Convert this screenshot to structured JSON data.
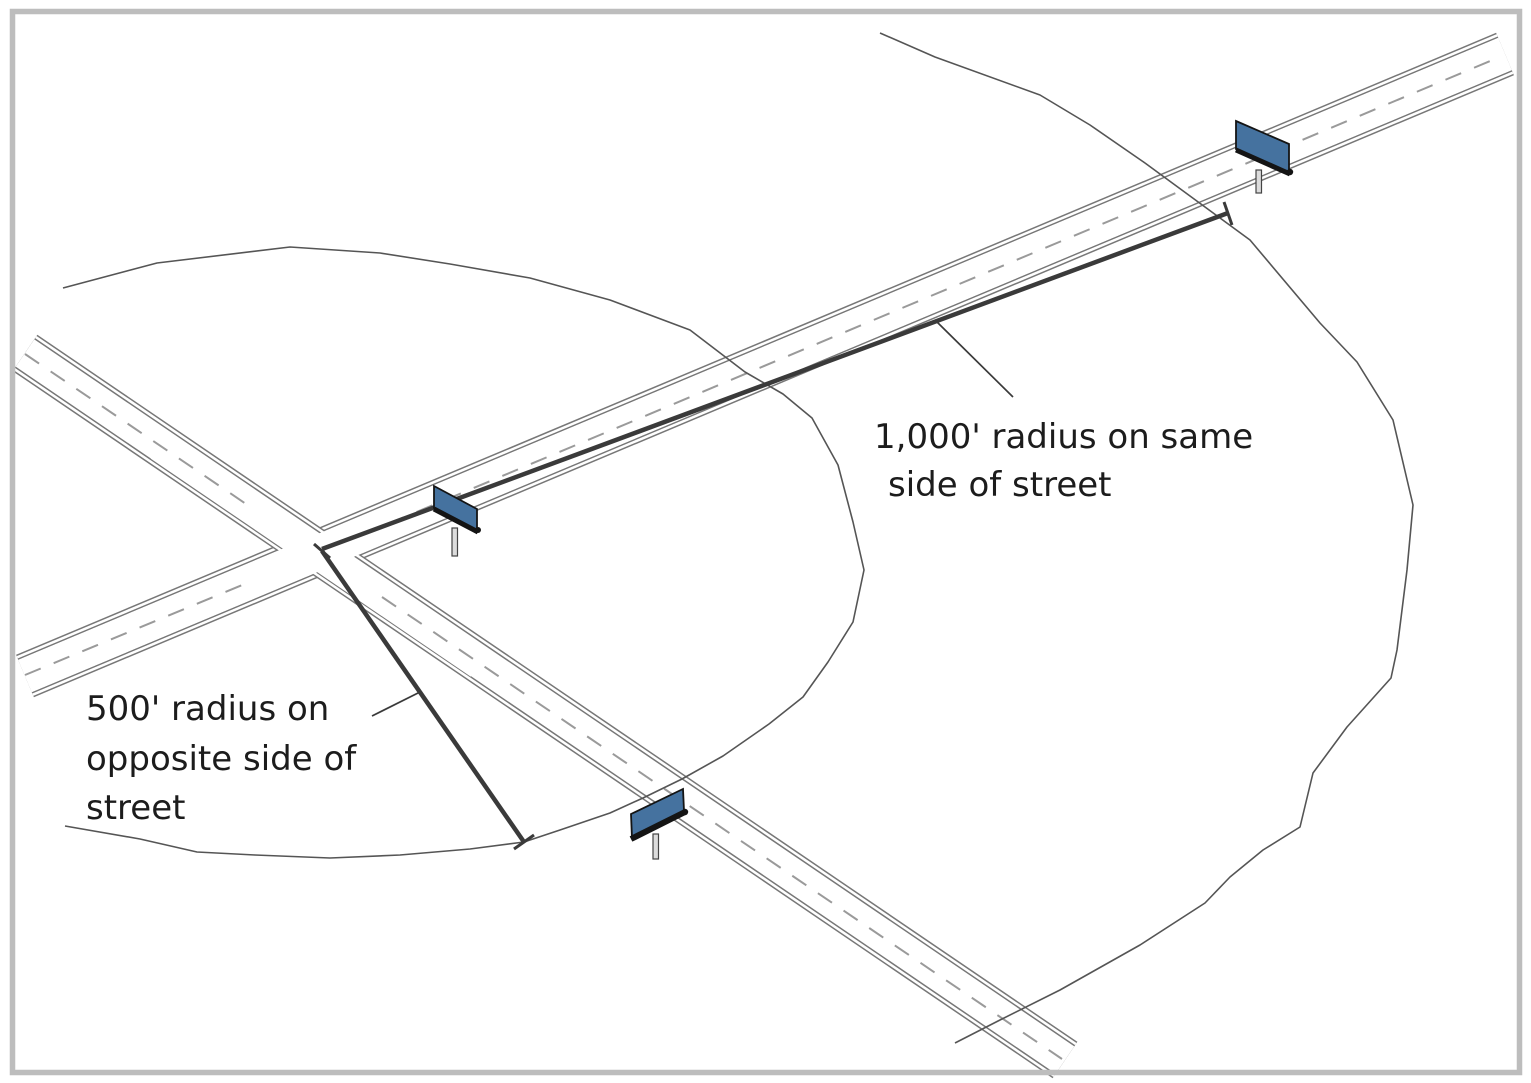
{
  "figure": {
    "type": "billboard-spacing-diagram",
    "background": "#ffffff",
    "border_color": "#bdbdbd",
    "labels": {
      "radius_1000_line1": "1,000' radius on same",
      "radius_1000_line2": "side of street",
      "radius_500_line1": "500' radius on",
      "radius_500_line2": "opposite side of",
      "radius_500_line3": "street"
    },
    "measurements": [
      {
        "name": "same-side-radius",
        "value": "1,000'",
        "description": "radius on same side of street"
      },
      {
        "name": "opposite-side-radius",
        "value": "500'",
        "description": "radius on opposite side of street"
      }
    ],
    "elements": {
      "roads": 2,
      "intersection": "four-way",
      "billboard_signs": 3,
      "radius_circles": 2
    },
    "colors": {
      "sign_panel": "#45729f",
      "sign_panel_edge": "#141414",
      "sign_post": "#dcdcdc",
      "measurement_line": "#3a3a3a",
      "leader_line": "#3a3a3a",
      "road_edge_line": "#777777",
      "road_dash": "#9a9a9a",
      "radius_circle_line": "#555555",
      "text": "#1c1c1c"
    }
  }
}
